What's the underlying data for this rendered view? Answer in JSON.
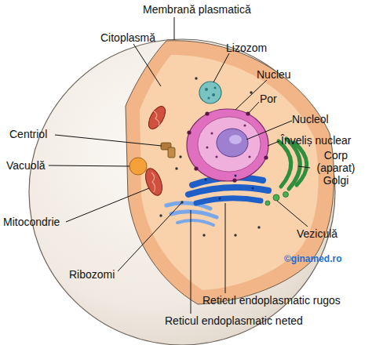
{
  "diagram": {
    "labels": [
      "Membrană plasmatică",
      "Citoplasmă",
      "Lizozom",
      "Nucleu",
      "Por",
      "Nucleol",
      "Înveliș nuclear",
      "Centriol",
      "Vacuolă",
      "Corp (aparat) Golgi",
      "Mitocondrie",
      "Veziculă",
      "Ribozomi",
      "Reticul endoplasmatic rugos",
      "Reticul endoplasmatic neted",
      "©ginamed.ro"
    ]
  }
}
